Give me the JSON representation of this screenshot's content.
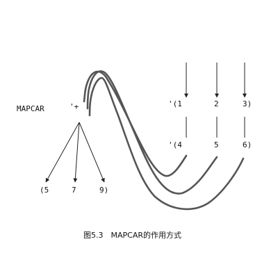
{
  "diagram": {
    "function_name": "MAPCAR",
    "operator": "'+",
    "list1": {
      "prefix": "'(1",
      "items": [
        "2",
        "3)"
      ]
    },
    "list2": {
      "prefix": "'(4",
      "items": [
        "5",
        "6)"
      ]
    },
    "results": [
      "(5",
      "7",
      "9)"
    ],
    "caption": "图5.3　MAPCAR的作用方式"
  },
  "colors": {
    "text": "#111111",
    "arrows": "#222222",
    "curves": "#555555",
    "background": "#ffffff"
  }
}
